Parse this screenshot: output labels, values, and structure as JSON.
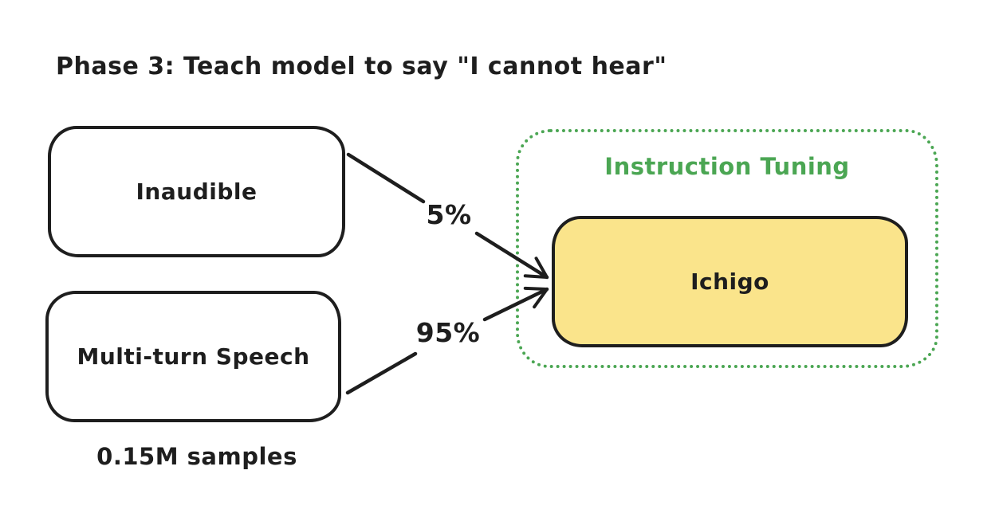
{
  "title": "Phase 3: Teach model to say \"I cannot hear\"",
  "colors": {
    "ink": "#1e1e1e",
    "node_fill": "#ffffff",
    "ichigo_fill": "#FAE48B",
    "group_green": "#4BA653",
    "background": "#ffffff"
  },
  "nodes": {
    "inaudible": {
      "label": "Inaudible"
    },
    "multi_turn": {
      "label": "Multi-turn Speech"
    },
    "ichigo": {
      "label": "Ichigo"
    }
  },
  "group": {
    "label": "Instruction Tuning"
  },
  "notes": {
    "samples": "0.15M samples"
  },
  "edges": [
    {
      "from": "Inaudible",
      "to": "Ichigo",
      "label": "5%"
    },
    {
      "from": "Multi-turn Speech",
      "to": "Ichigo",
      "label": "95%"
    }
  ]
}
